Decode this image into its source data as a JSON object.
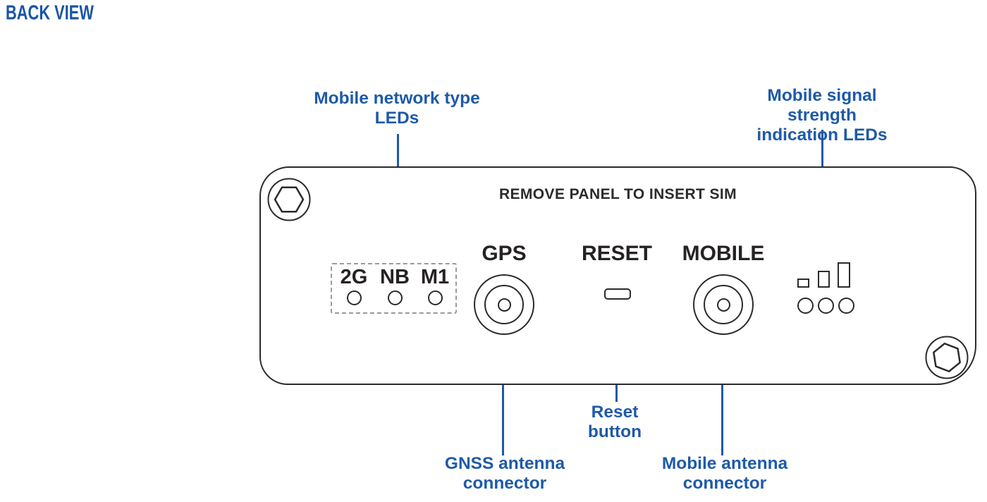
{
  "title": "BACK VIEW",
  "colors": {
    "accent_blue": "#1E5AA8",
    "ink": "#2B2B2B",
    "dashed_box_gray": "#9A9A9A"
  },
  "panel": {
    "sim_note": "REMOVE PANEL TO INSERT SIM"
  },
  "device": {
    "network_type_leds": {
      "labels": [
        "2G",
        "NB",
        "M1"
      ]
    },
    "gps_connector_label": "GPS",
    "reset_button_label": "RESET",
    "mobile_connector_label": "MOBILE"
  },
  "callouts": {
    "network_type": "Mobile network type\nLEDs",
    "signal_strength": "Mobile signal strength\nindication LEDs",
    "reset_button": "Reset\nbutton",
    "gnss_antenna": "GNSS antenna\nconnector",
    "mobile_antenna": "Mobile antenna\nconnector"
  }
}
